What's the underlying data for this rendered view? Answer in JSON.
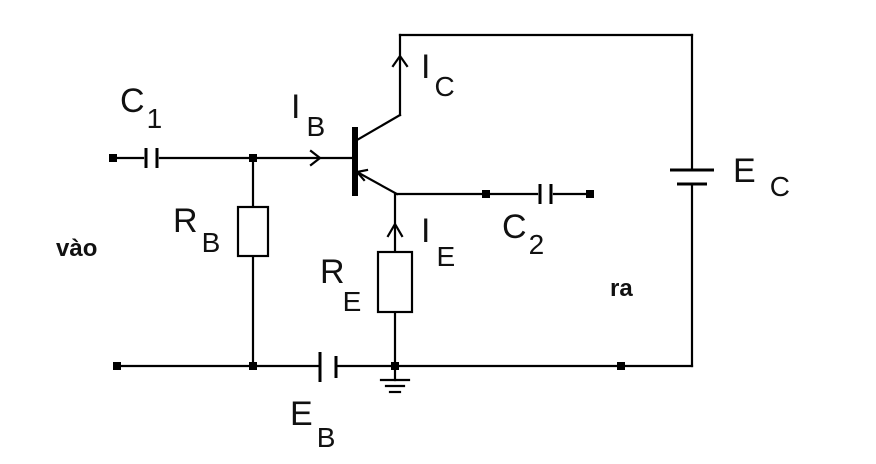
{
  "diagram": {
    "components": {
      "c1": {
        "name": "C",
        "sub": "1"
      },
      "c2": {
        "name": "C",
        "sub": "2"
      },
      "rb": {
        "name": "R",
        "sub": "B"
      },
      "re": {
        "name": "R",
        "sub": "E"
      },
      "ec": {
        "name": "E",
        "sub": "C"
      },
      "eb": {
        "name": "E",
        "sub": "B"
      }
    },
    "currents": {
      "ib": {
        "name": "I",
        "sub": "B"
      },
      "ic": {
        "name": "I",
        "sub": "C"
      },
      "ie": {
        "name": "I",
        "sub": "E"
      }
    },
    "terminals": {
      "input": "vào",
      "output": "ra"
    }
  }
}
